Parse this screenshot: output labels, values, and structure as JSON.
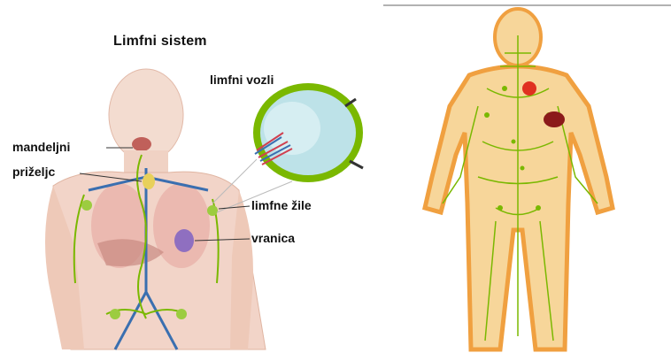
{
  "title": "Limfni sistem",
  "labels": {
    "lymph_nodes": "limfni vozli",
    "tonsils": "mandeljni",
    "thymus": "priželjc",
    "lymph_vessels": "limfne žile",
    "spleen": "vranica"
  },
  "colors": {
    "skin": "#f2d4c8",
    "lymph_green": "#7ab800",
    "vein_blue": "#3a6fb0",
    "spleen_purple": "#8f6fc0",
    "body_orange": "#f0a040",
    "spleen_red": "#8b1a1a"
  }
}
